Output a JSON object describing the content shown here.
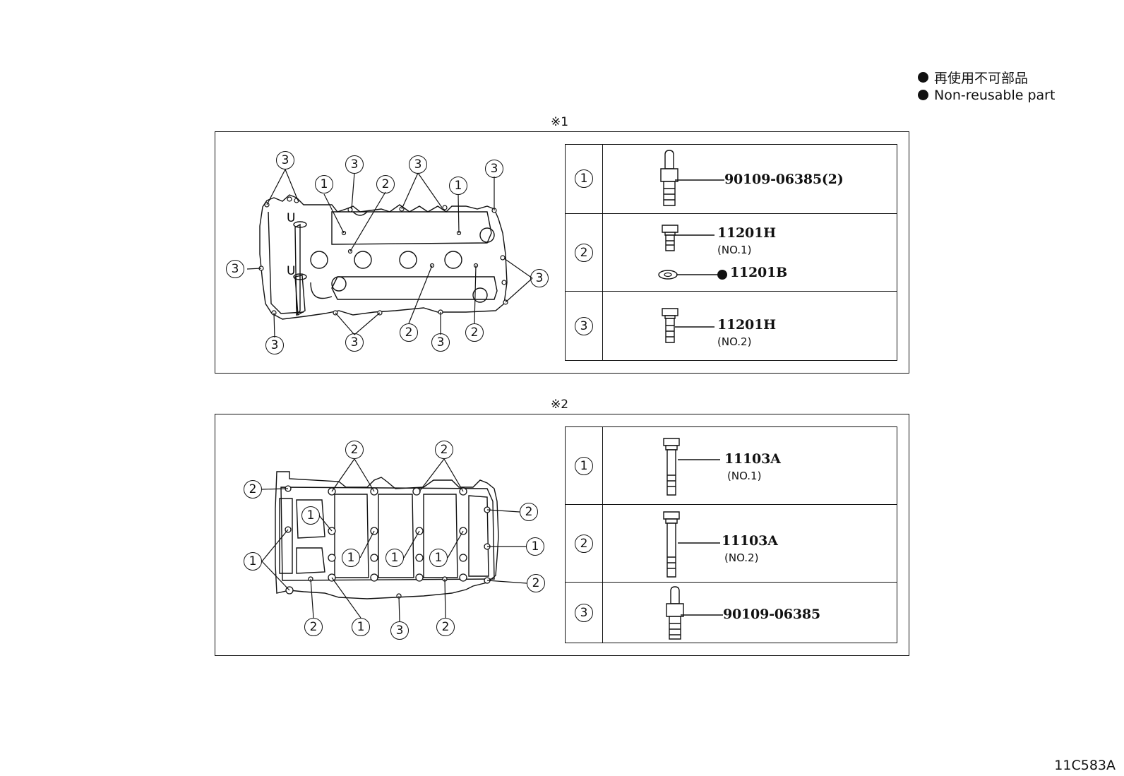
{
  "legend": [
    {
      "label": "再使用不可部品"
    },
    {
      "label": "Non-reusable part"
    }
  ],
  "sections": [
    {
      "mark": "※1",
      "callouts": {
        "n1": "1",
        "n2": "2",
        "n3": "3"
      },
      "rows": [
        {
          "num": "1",
          "part": "90109-06385(2)",
          "sub": ""
        },
        {
          "num": "2",
          "part": "11201H",
          "sub": "(NO.1)",
          "extra_part": "11201B",
          "extra_non_reusable": true
        },
        {
          "num": "3",
          "part": "11201H",
          "sub": "(NO.2)"
        }
      ]
    },
    {
      "mark": "※2",
      "callouts": {
        "n1": "1",
        "n2": "2",
        "n3": "3"
      },
      "rows": [
        {
          "num": "1",
          "part": "11103A",
          "sub": "(NO.1)"
        },
        {
          "num": "2",
          "part": "11103A",
          "sub": "(NO.2)"
        },
        {
          "num": "3",
          "part": "90109-06385",
          "sub": ""
        }
      ]
    }
  ],
  "footer_code": "11C583A"
}
